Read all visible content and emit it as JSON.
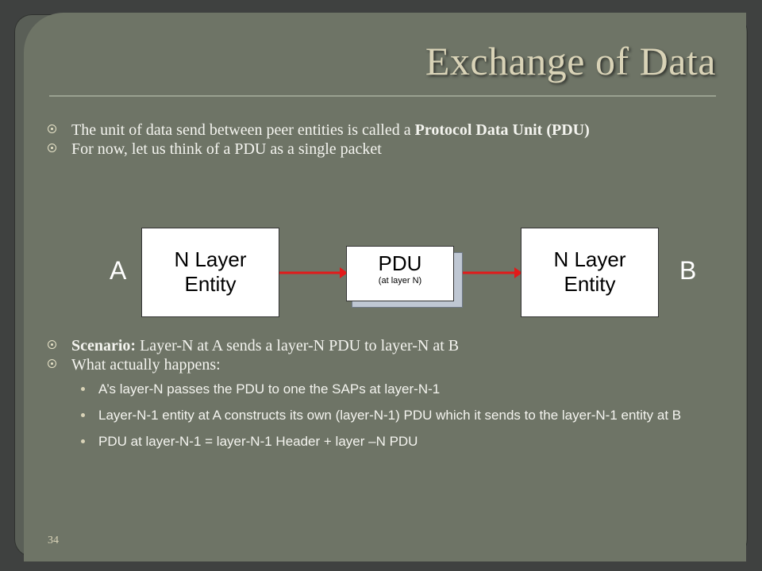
{
  "title": "Exchange of Data",
  "bullets_top": [
    {
      "pre": "The unit of data send between peer entities  is called a ",
      "bold": "Protocol Data Unit (PDU)"
    },
    {
      "pre": "For now, let us think of a PDU as a single packet",
      "bold": ""
    }
  ],
  "diagram": {
    "left_label": "A",
    "right_label": "B",
    "left_box": {
      "line1": "N Layer",
      "line2": "Entity"
    },
    "right_box": {
      "line1": "N Layer",
      "line2": "Entity"
    },
    "pdu": {
      "line1": "PDU",
      "line2": "(at layer N)"
    },
    "arrow_color": "#e21a1a"
  },
  "bullets_bottom": {
    "scenario_bold": "Scenario:",
    "scenario_text": " Layer-N at A sends a layer-N PDU to layer-N at B",
    "happens": "What actually happens:",
    "sub": [
      "A’s layer-N passes the PDU to one the  SAPs at layer-N-1",
      "Layer-N-1 entity at A constructs its own (layer-N-1) PDU which it sends to the layer-N-1 entity at B",
      "PDU at layer-N-1 =  layer-N-1 Header  + layer –N PDU"
    ]
  },
  "page_number": "34"
}
